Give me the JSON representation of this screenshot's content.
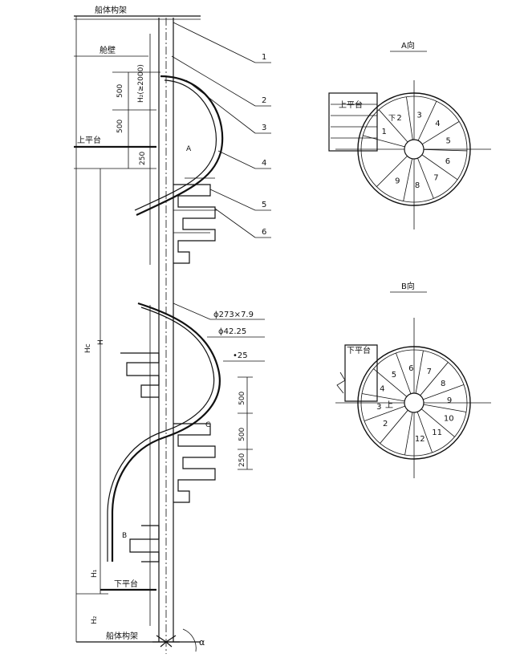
{
  "labels": {
    "hull_top": "船体构架",
    "hull_bottom": "船体构架",
    "deck": "舱壁",
    "upper_platform": "上平台",
    "lower_platform": "下平台",
    "view_a_title": "A向",
    "view_b_title": "B向",
    "mark_a": "A",
    "mark_b": "B",
    "mark_c": "C",
    "angle": "α"
  },
  "dimensions": {
    "h2_2000": "H₂(≥2000)",
    "d500_a": "500",
    "d500_b": "500",
    "d250_a": "250",
    "hc": "Hc",
    "h": "H",
    "h1": "H₁",
    "h2": "H₂",
    "r500_a": "500",
    "r500_b": "500",
    "r250": "250"
  },
  "specs": {
    "pipe": "ϕ273×7.9",
    "rail": "ϕ42.25",
    "bar": "•25"
  },
  "callouts": [
    "1",
    "2",
    "3",
    "4",
    "5",
    "6"
  ],
  "view_a": {
    "platform": "上平台",
    "down": "下",
    "steps": [
      "1",
      "2",
      "3",
      "4",
      "5",
      "6",
      "7",
      "8",
      "9"
    ]
  },
  "view_b": {
    "platform": "下平台",
    "up": "上",
    "steps": [
      "2",
      "3",
      "4",
      "5",
      "6",
      "7",
      "8",
      "9",
      "10",
      "11",
      "12"
    ]
  }
}
